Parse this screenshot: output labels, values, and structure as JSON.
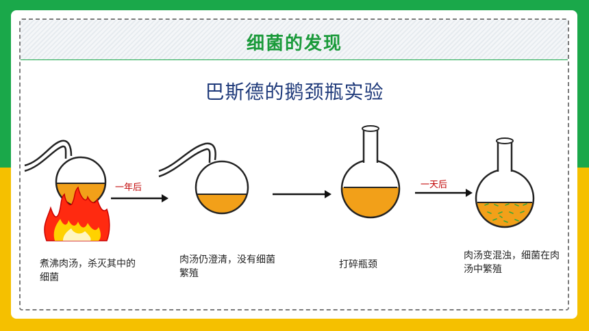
{
  "section_title": "细菌的发现",
  "main_title": "巴斯德的鹅颈瓶实验",
  "arrow_labels": {
    "one_year": "一年后",
    "one_day": "一天后"
  },
  "captions": {
    "step1": "煮沸肉汤，杀灭其中的细菌",
    "step2": "肉汤仍澄清，没有细菌繁殖",
    "step3": "打碎瓶颈",
    "step4": "肉汤变混浊，细菌在肉汤中繁殖"
  },
  "colors": {
    "top_band": "#1aa84a",
    "bottom_band": "#f5c000",
    "broth": "#f2a019",
    "turbid_speck": "#3aa73a",
    "arrow_label": "#c00000",
    "title_blue": "#1f3a7a"
  }
}
